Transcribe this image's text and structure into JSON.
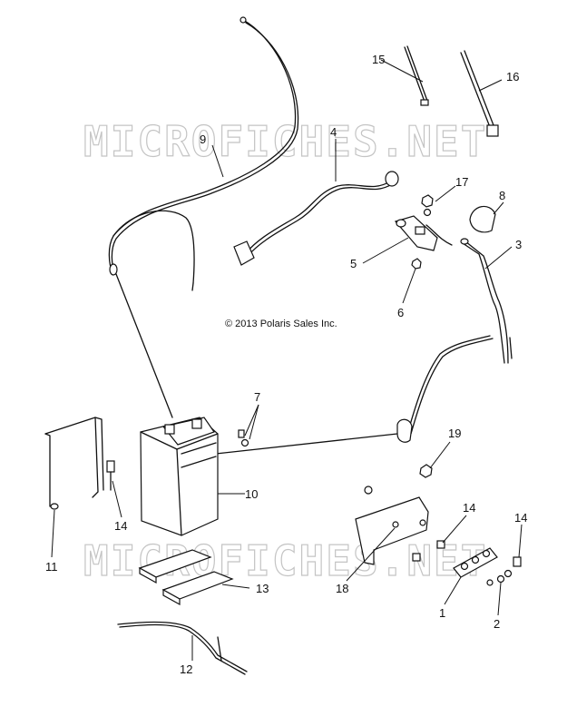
{
  "watermark": "MICROFICHES.NET",
  "copyright": "© 2013 Polaris Sales Inc.",
  "callouts": [
    {
      "id": "1",
      "label": "1"
    },
    {
      "id": "2",
      "label": "2"
    },
    {
      "id": "3",
      "label": "3"
    },
    {
      "id": "4",
      "label": "4"
    },
    {
      "id": "5",
      "label": "5"
    },
    {
      "id": "6",
      "label": "6"
    },
    {
      "id": "7",
      "label": "7"
    },
    {
      "id": "8",
      "label": "8"
    },
    {
      "id": "9",
      "label": "9"
    },
    {
      "id": "10",
      "label": "10"
    },
    {
      "id": "11",
      "label": "11"
    },
    {
      "id": "12",
      "label": "12"
    },
    {
      "id": "13",
      "label": "13"
    },
    {
      "id": "14a",
      "label": "14"
    },
    {
      "id": "14b",
      "label": "14"
    },
    {
      "id": "14c",
      "label": "14"
    },
    {
      "id": "15",
      "label": "15"
    },
    {
      "id": "16",
      "label": "16"
    },
    {
      "id": "17",
      "label": "17"
    },
    {
      "id": "18",
      "label": "18"
    },
    {
      "id": "19",
      "label": "19"
    }
  ]
}
